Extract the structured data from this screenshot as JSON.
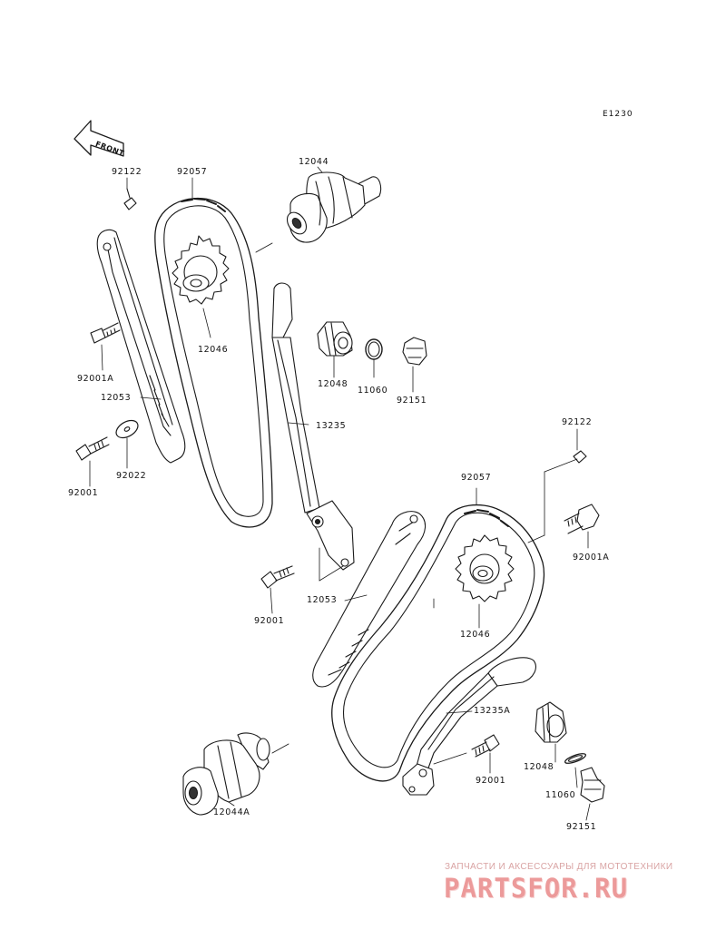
{
  "diagram": {
    "code": "E1230",
    "front_label": "FRONT",
    "parts": [
      {
        "id": "p-92122-a",
        "number": "92122"
      },
      {
        "id": "p-92057-a",
        "number": "92057"
      },
      {
        "id": "p-12044",
        "number": "12044"
      },
      {
        "id": "p-12046-a",
        "number": "12046"
      },
      {
        "id": "p-92001a-a",
        "number": "92001A"
      },
      {
        "id": "p-12048-a",
        "number": "12048"
      },
      {
        "id": "p-11060-a",
        "number": "11060"
      },
      {
        "id": "p-92151-a",
        "number": "92151"
      },
      {
        "id": "p-12053-a",
        "number": "12053"
      },
      {
        "id": "p-13235",
        "number": "13235"
      },
      {
        "id": "p-92001-a",
        "number": "92001"
      },
      {
        "id": "p-92022",
        "number": "92022"
      },
      {
        "id": "p-92122-b",
        "number": "92122"
      },
      {
        "id": "p-92057-b",
        "number": "92057"
      },
      {
        "id": "p-92001a-b",
        "number": "92001A"
      },
      {
        "id": "p-12053-b",
        "number": "12053"
      },
      {
        "id": "p-92001-b",
        "number": "92001"
      },
      {
        "id": "p-12046-b",
        "number": "12046"
      },
      {
        "id": "p-13235a",
        "number": "13235A"
      },
      {
        "id": "p-12048-b",
        "number": "12048"
      },
      {
        "id": "p-92001-c",
        "number": "92001"
      },
      {
        "id": "p-11060-b",
        "number": "11060"
      },
      {
        "id": "p-12044a",
        "number": "12044A"
      },
      {
        "id": "p-92151-b",
        "number": "92151"
      }
    ]
  },
  "watermark": {
    "tagline": "ЗАПЧАСТИ И АКСЕССУАРЫ ДЛЯ МОТОТЕХНИКИ",
    "logo": "PARTSFOR.RU"
  }
}
